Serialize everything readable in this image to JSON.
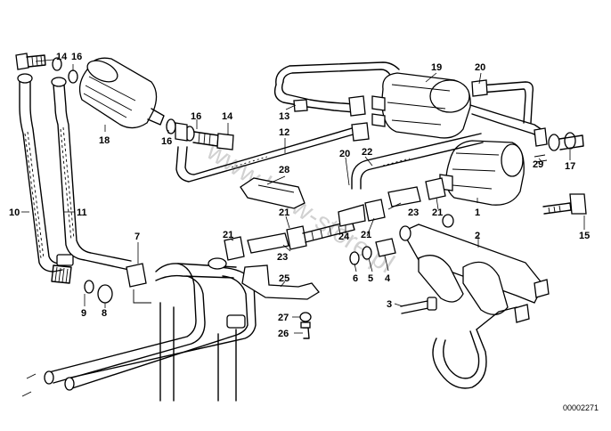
{
  "callouts": {
    "c1": "1",
    "c2": "2",
    "c3": "3",
    "c4": "4",
    "c5": "5",
    "c6": "6",
    "c7": "7",
    "c8": "8",
    "c9": "9",
    "c10": "10",
    "c11": "11",
    "c12": "12",
    "c13": "13",
    "c14a": "14",
    "c14b": "14",
    "c15": "15",
    "c16a": "16",
    "c16b": "16",
    "c16c": "16",
    "c17": "17",
    "c18": "18",
    "c19": "19",
    "c20a": "20",
    "c20b": "20",
    "c21a": "21",
    "c21b": "21",
    "c21c": "21",
    "c21d": "21",
    "c22": "22",
    "c23a": "23",
    "c23b": "23",
    "c24": "24",
    "c25": "25",
    "c26": "26",
    "c27": "27",
    "c28": "28",
    "c29": "29"
  },
  "watermark": "www.bmw-store.pl",
  "diagram_code": "00002271"
}
